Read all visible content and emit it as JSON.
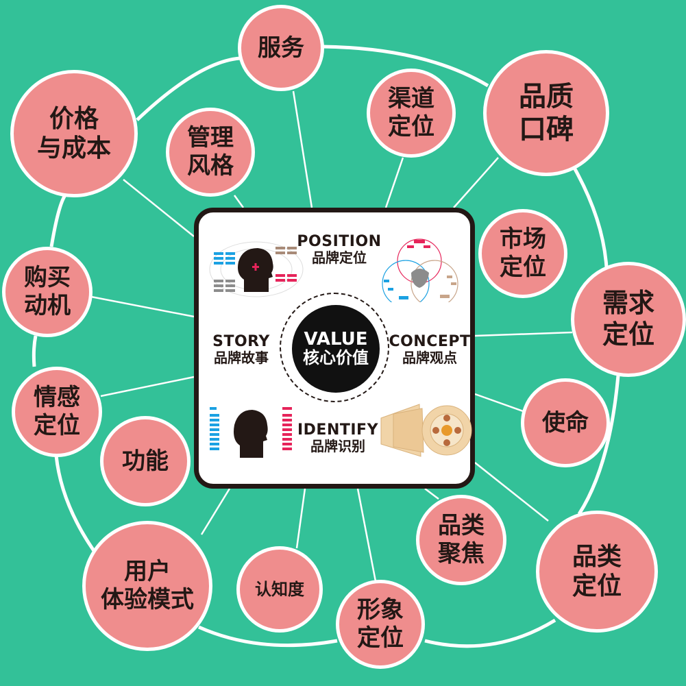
{
  "diagram": {
    "type": "brand-value-mind-map",
    "colors": {
      "background": "#33c198",
      "node_fill": "#ef8d8d",
      "node_border": "#ffffff",
      "text": "#231815",
      "center_box_border": "#231815",
      "core_fill": "#111111"
    },
    "core": {
      "en": "VALUE",
      "zh": "核心价值"
    },
    "quadrants": {
      "position": {
        "en": "POSITION",
        "zh": "品牌定位",
        "thumbnail": "head-diagram-icon"
      },
      "story": {
        "en": "STORY",
        "zh": "品牌故事",
        "thumbnail": "head-diagram-icon"
      },
      "concept": {
        "en": "CONCEPT",
        "zh": "品牌观点",
        "thumbnail": "venn-diagram-icon"
      },
      "identify": {
        "en": "IDENTIFY",
        "zh": "品牌识别",
        "thumbnail": "fan-diagram-icon"
      }
    },
    "nodes": [
      {
        "id": "service",
        "lines": [
          "服务"
        ]
      },
      {
        "id": "price-cost",
        "lines": [
          "价格",
          "与成本"
        ]
      },
      {
        "id": "management-style",
        "lines": [
          "管理",
          "风格"
        ]
      },
      {
        "id": "channel-positioning",
        "lines": [
          "渠道",
          "定位"
        ]
      },
      {
        "id": "quality-reputation",
        "lines": [
          "品质",
          "口碑"
        ]
      },
      {
        "id": "market-positioning",
        "lines": [
          "市场",
          "定位"
        ]
      },
      {
        "id": "demand-positioning",
        "lines": [
          "需求",
          "定位"
        ]
      },
      {
        "id": "mission",
        "lines": [
          "使命"
        ]
      },
      {
        "id": "purchase-motive",
        "lines": [
          "购买",
          "动机"
        ]
      },
      {
        "id": "emotional-positioning",
        "lines": [
          "情感",
          "定位"
        ]
      },
      {
        "id": "function",
        "lines": [
          "功能"
        ]
      },
      {
        "id": "user-experience-mode",
        "lines": [
          "用户",
          "体验模式"
        ]
      },
      {
        "id": "awareness",
        "lines": [
          "认知度"
        ]
      },
      {
        "id": "image-positioning",
        "lines": [
          "形象",
          "定位"
        ]
      },
      {
        "id": "category-focus",
        "lines": [
          "品类",
          "聚焦"
        ]
      },
      {
        "id": "category-positioning",
        "lines": [
          "品类",
          "定位"
        ]
      }
    ]
  }
}
